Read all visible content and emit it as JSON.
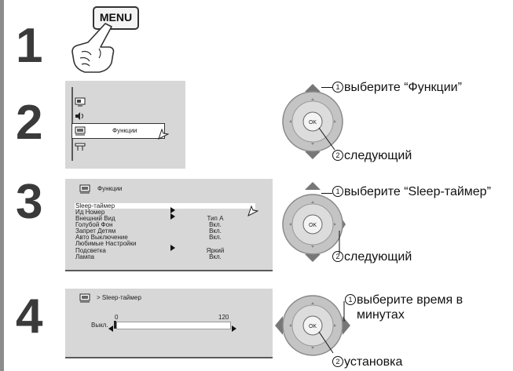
{
  "steps": [
    "1",
    "2",
    "3",
    "4"
  ],
  "step1": {
    "menu_button": "MENU"
  },
  "step2": {
    "menu_item": "Функции",
    "icons": [
      "picture-icon",
      "sound-icon",
      "functions-icon",
      "setup-icon"
    ]
  },
  "step3": {
    "header": "Функции",
    "rows": [
      {
        "label": "Sleep-таймер",
        "value": ""
      },
      {
        "label": "Ид Номер",
        "value": ""
      },
      {
        "label": "Внешний Вид",
        "value": "Тип A"
      },
      {
        "label": "Голубой Фон",
        "value": "Вкл."
      },
      {
        "label": "Запрет Детям",
        "value": "Вкл."
      },
      {
        "label": "Авто Выключение",
        "value": "Вкл."
      },
      {
        "label": "Любимые Настройки",
        "value": ""
      },
      {
        "label": "Подсветка",
        "value": "Яркий"
      },
      {
        "label": "Лампа",
        "value": "Вкл."
      }
    ]
  },
  "step4": {
    "header": "> Sleep-таймер",
    "slider_label": "Выкл.",
    "min": "0",
    "max": "120"
  },
  "annotations": {
    "s2_select": "выберите “Функции”",
    "s2_next": "следующий",
    "s3_select": "выберите “Sleep-таймер”",
    "s3_next": "следующий",
    "s4_select_line1": "выберите время в",
    "s4_select_line2": "минутах",
    "s4_set": "установка",
    "num1": "①",
    "num2": "②"
  },
  "remote": {
    "ok_label": "OK"
  },
  "colors": {
    "panel": "#d7d7d7",
    "dark": "#5a5a5a",
    "pad": "#c4c4c4"
  }
}
